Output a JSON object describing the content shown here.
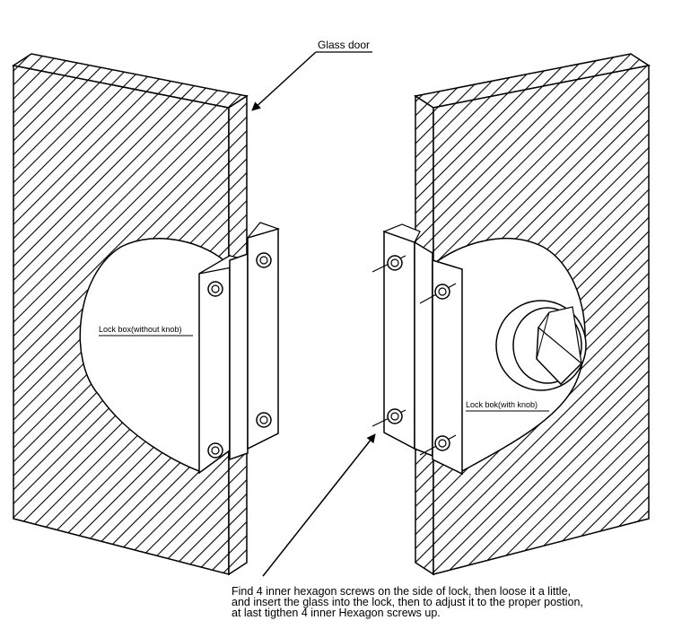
{
  "labels": {
    "glass_door": "Glass door",
    "lock_box_left": "Lock box(without knob)",
    "lock_box_right": "Lock bok(with knob)"
  },
  "instruction": {
    "line1": "Find 4 inner hexagon screws on the side of lock, then loose it a little,",
    "line2": "and insert the glass into the lock, then to adjust it to the proper postion,",
    "line3": "at last tigthen 4 inner Hexagon screws up."
  }
}
